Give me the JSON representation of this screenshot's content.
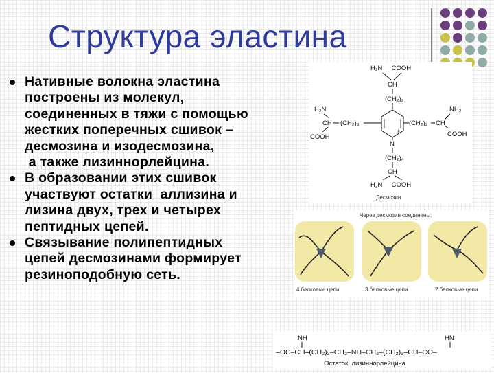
{
  "slide": {
    "title": "Структура эластина",
    "bullets": [
      {
        "lines": [
          "Нативные волокна эластина",
          "построены из молекул,",
          "соединенных в тяжи с помощью",
          "жестких поперечных сшивок –",
          "десмозина и изодесмозина,",
          " а также лизиннорлейцина."
        ]
      },
      {
        "lines": [
          "В образовании этих сшивок",
          "участвуют остатки  аллизина и",
          "лизина двух, трех и четырех",
          "пептидных цепей."
        ]
      },
      {
        "lines": [
          "Связывание полипептидных",
          "цепей десмозинами формирует",
          "резиноподобную сеть."
        ]
      }
    ]
  },
  "desmosine": {
    "top_group": "H₂N     COOH",
    "top_ch": "CH",
    "top_chain": "(CH₂)₂",
    "left_group": "H₂N",
    "left_ch": "CH",
    "left_chain": "(CH₂)₃",
    "right_chain": "(CH₂)₂",
    "right_ch": "CH",
    "right_nh2": "NH₂",
    "right_cooh": "COOH",
    "left_cooh": "COOH",
    "n_plus": "N",
    "plus": "+",
    "bottom_chain": "(CH₂)₄",
    "bottom_ch": "CH",
    "bottom_group": "H₂N     COOH",
    "caption": "Десмозин"
  },
  "crosslinks": {
    "header": "Через десмозин соединены:",
    "labels": [
      "4 белковые цепи",
      "3 белковые цепи",
      "2 белковые цепи"
    ]
  },
  "lysinonorleucine": {
    "top_left": "NH",
    "top_right": "HN",
    "formula": "–OC–CH–(CH₂)₃–CH₂–NH–CH₂–(CH₂)₃–CH–CO–",
    "caption": "Остаток  лизиннорлейцина"
  },
  "colors": {
    "title": "#2e3b9a",
    "dot_purple": "#6b3e7e",
    "dot_teal": "#8fa9a6",
    "dot_yellow": "#c8c24a",
    "blob_yellow": "#f3e9a7",
    "node_dark": "#4d5a66"
  }
}
